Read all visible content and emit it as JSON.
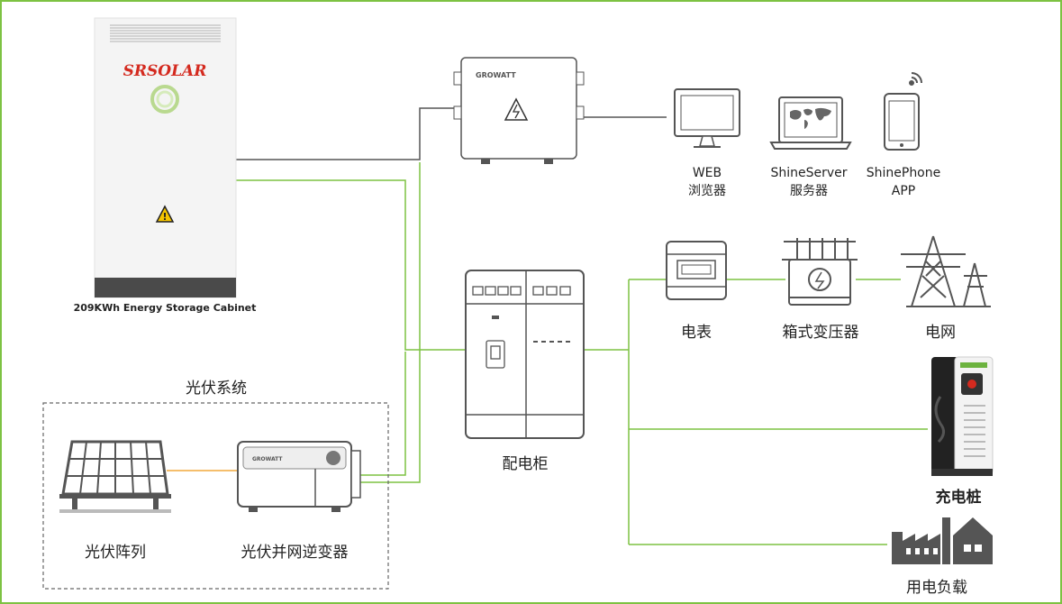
{
  "colors": {
    "frame": "#7dc242",
    "comm_line": "#555555",
    "power_line": "#7dc242",
    "dc_line": "#f2a93b",
    "brand_red": "#d42a1f",
    "growatt_green": "#6cb33f",
    "warning_yellow": "#f5c400"
  },
  "cabinet": {
    "brand": "SRSOLAR",
    "label": "209KWh Energy Storage Cabinet"
  },
  "datalogger": {
    "brand": "GROWATT"
  },
  "monitoring": {
    "web": {
      "line1": "WEB",
      "line2": "浏览器"
    },
    "server": {
      "line1": "ShineServer",
      "line2": "服务器"
    },
    "phone": {
      "line1": "ShinePhone",
      "line2": "APP"
    }
  },
  "grid_side": {
    "meter": "电表",
    "transformer": "箱式变压器",
    "grid": "电网"
  },
  "distribution": {
    "label": "配电柜"
  },
  "charger": {
    "label": "充电桩"
  },
  "load": {
    "label": "用电负载"
  },
  "pv_system": {
    "title": "光伏系统",
    "array": "光伏阵列",
    "inverter": "光伏并网逆变器",
    "inverter_brand": "GROWATT"
  },
  "icons": [
    "warning-icon",
    "wifi-icon",
    "lightning-icon",
    "world-map-icon"
  ]
}
